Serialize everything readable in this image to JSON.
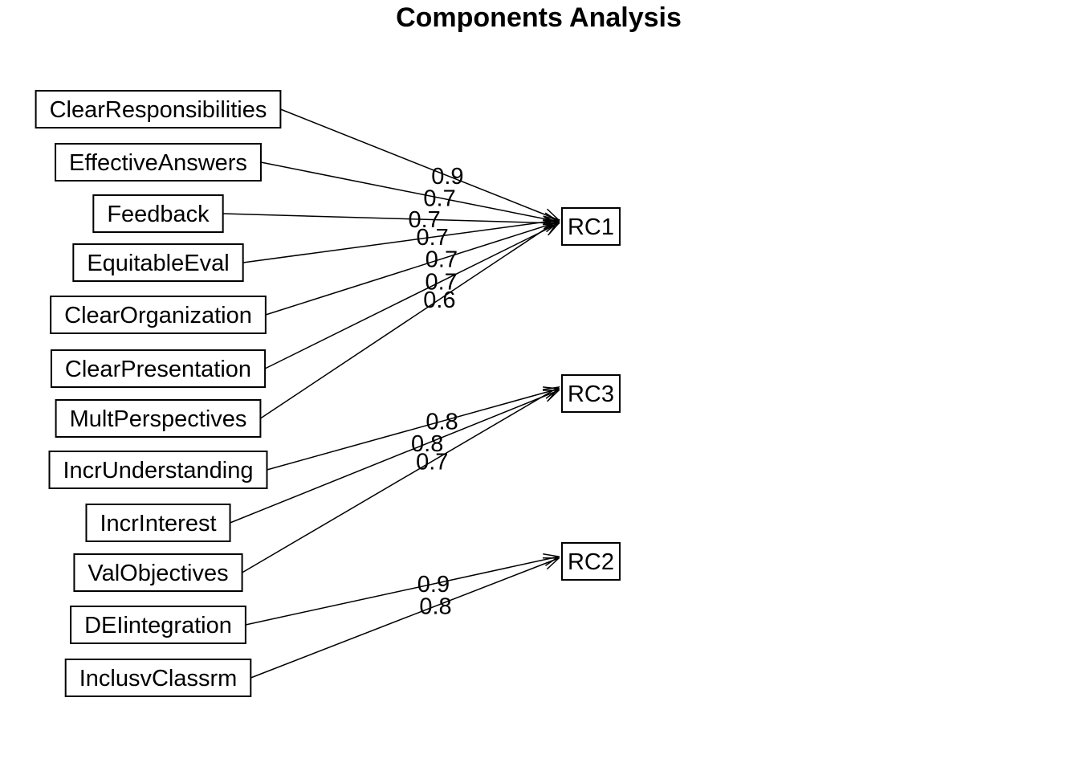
{
  "title": "Components Analysis",
  "variables": [
    "ClearResponsibilities",
    "EffectiveAnswers",
    "Feedback",
    "EquitableEval",
    "ClearOrganization",
    "ClearPresentation",
    "MultPerspectives",
    "IncrUnderstanding",
    "IncrInterest",
    "ValObjectives",
    "DEIintegration",
    "InclusvClassrm"
  ],
  "components": [
    "RC1",
    "RC3",
    "RC2"
  ],
  "loadings": [
    {
      "from": "ClearResponsibilities",
      "to": "RC1",
      "value": "0.9"
    },
    {
      "from": "EffectiveAnswers",
      "to": "RC1",
      "value": "0.7"
    },
    {
      "from": "Feedback",
      "to": "RC1",
      "value": "0.7"
    },
    {
      "from": "EquitableEval",
      "to": "RC1",
      "value": "0.7"
    },
    {
      "from": "ClearOrganization",
      "to": "RC1",
      "value": "0.7"
    },
    {
      "from": "ClearPresentation",
      "to": "RC1",
      "value": "0.7"
    },
    {
      "from": "MultPerspectives",
      "to": "RC1",
      "value": "0.6"
    },
    {
      "from": "IncrUnderstanding",
      "to": "RC3",
      "value": "0.8"
    },
    {
      "from": "IncrInterest",
      "to": "RC3",
      "value": "0.8"
    },
    {
      "from": "ValObjectives",
      "to": "RC3",
      "value": "0.7"
    },
    {
      "from": "DEIintegration",
      "to": "RC2",
      "value": "0.9"
    },
    {
      "from": "InclusvClassrm",
      "to": "RC2",
      "value": "0.8"
    }
  ]
}
